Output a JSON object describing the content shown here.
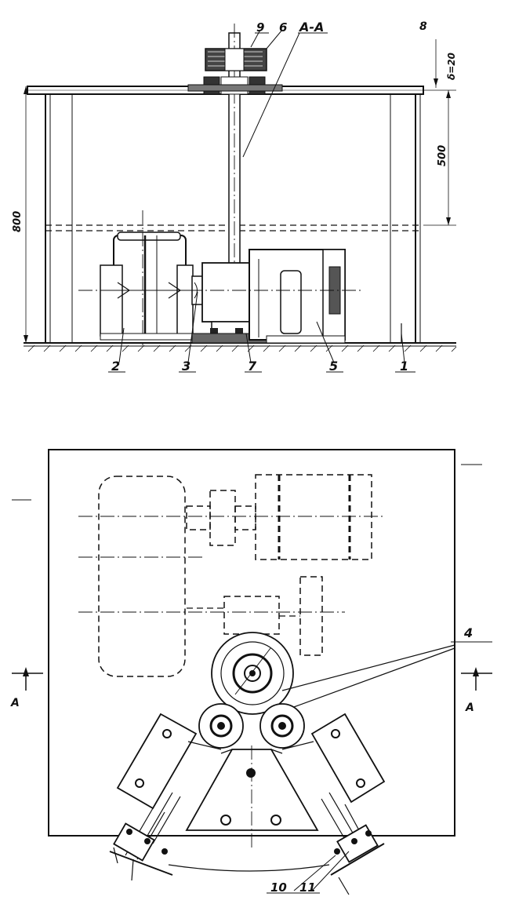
{
  "section_label": "A-A",
  "dimensions": {
    "height_total": "800",
    "height_partial": "500",
    "thickness": "δ=20"
  },
  "elevation_labels": [
    "9",
    "6",
    "8",
    "2",
    "3",
    "7",
    "5",
    "1"
  ],
  "plan_labels": [
    "4",
    "10",
    "11"
  ],
  "section_marks": {
    "left": "A",
    "right": "A"
  }
}
